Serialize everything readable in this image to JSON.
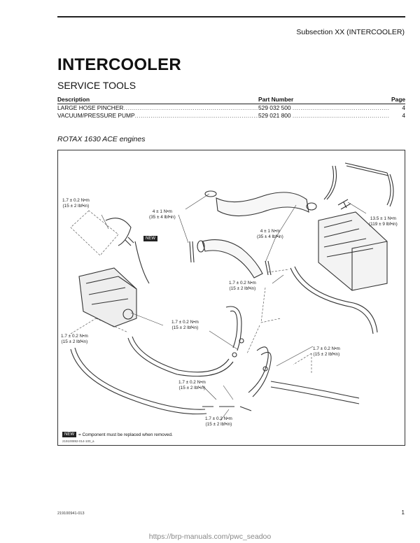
{
  "header": {
    "subsection": "Subsection XX (INTERCOOLER)"
  },
  "title": "INTERCOOLER",
  "service_tools": {
    "heading": "SERVICE TOOLS",
    "columns": {
      "description": "Description",
      "part_number": "Part Number",
      "page": "Page"
    },
    "rows": [
      {
        "description": "LARGE HOSE PINCHER",
        "part_number": "529 032 500",
        "page": "4"
      },
      {
        "description": "VACUUM/PRESSURE PUMP",
        "part_number": "529 021 800",
        "page": "4"
      }
    ]
  },
  "engine_label": "ROTAX 1630 ACE engines",
  "figure": {
    "callouts": [
      {
        "torque": "1.7 ± 0.2 N•m",
        "imperial": "(15 ± 2 lbf•in)"
      },
      {
        "torque": "4 ± 1 N•m",
        "imperial": "(35 ± 4 lbf•in)"
      },
      {
        "torque": "13.5 ± 1 N•m",
        "imperial": "(119 ± 9 lbf•in)"
      },
      {
        "torque": "4 ± 1 N•m",
        "imperial": "(35 ± 4 lbf•in)"
      },
      {
        "torque": "1.7 ± 0.2 N•m",
        "imperial": "(15 ± 2 lbf•in)"
      },
      {
        "torque": "1.7 ± 0.2 N•m",
        "imperial": "(15 ± 2 lbf•in)"
      },
      {
        "torque": "1.7 ± 0.2 N•m",
        "imperial": "(15 ± 2 lbf•in)"
      },
      {
        "torque": "1.7 ± 0.2 N•m",
        "imperial": "(15 ± 2 lbf•in)"
      },
      {
        "torque": "1.7 ± 0.2 N•m",
        "imperial": "(15 ± 2 lbf•in)"
      },
      {
        "torque": "1.7 ± 0.2 N•m",
        "imperial": "(15 ± 2 lbf•in)"
      }
    ],
    "new_chip": "NEW",
    "legend_text": "= Component must be replaced when removed.",
    "figure_code": "219100892-014-100_a"
  },
  "footer": {
    "doc_code": "219100941-013",
    "page_number": "1",
    "watermark": "https://brp-manuals.com/pwc_seadoo"
  }
}
